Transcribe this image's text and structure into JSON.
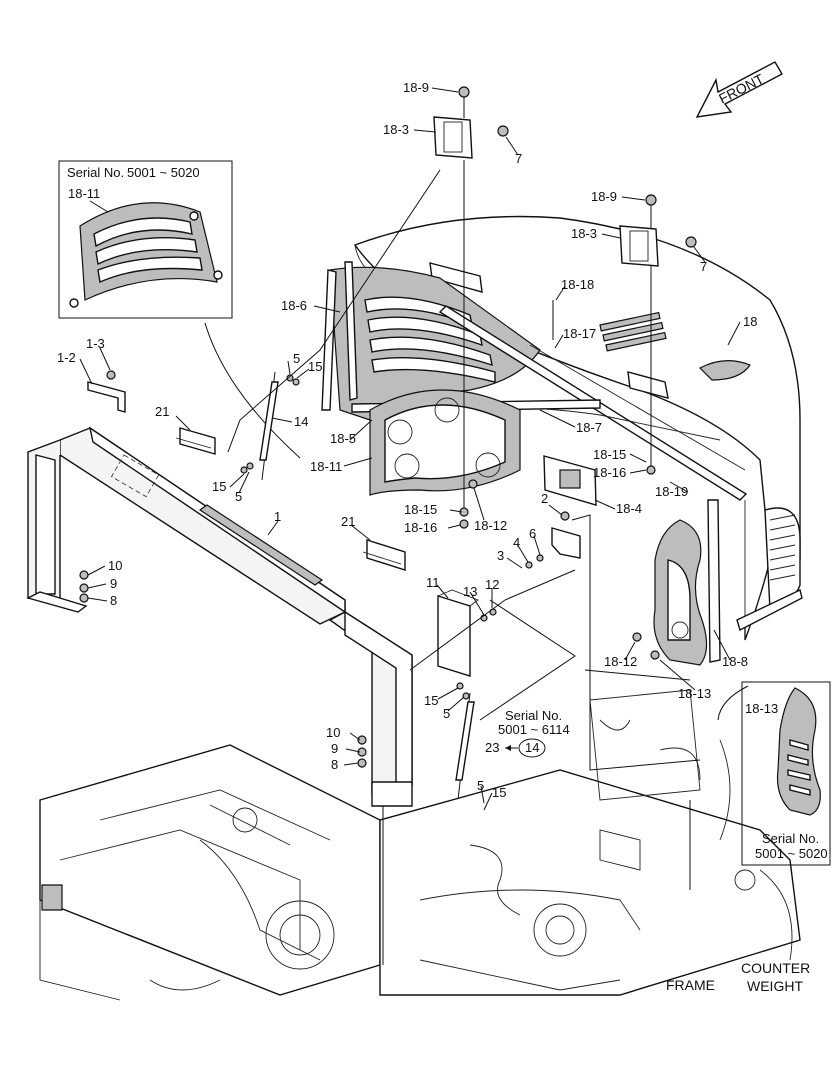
{
  "front_label": "FRONT",
  "insets": {
    "top_left": {
      "serial_prefix": "Serial No.",
      "serial_range": "5001 ~ 5020",
      "part": "18-11"
    },
    "bottom_right": {
      "part": "18-13",
      "serial_prefix": "Serial No.",
      "serial_range": "5001 ~ 5020"
    }
  },
  "serial_note": {
    "prefix": "Serial No.",
    "range": "5001 ~ 6114",
    "part": "23",
    "ref": "14"
  },
  "area_labels": {
    "frame": "FRAME",
    "counter_weight_1": "COUNTER",
    "counter_weight_2": "WEIGHT"
  },
  "callouts": [
    {
      "id": "c1",
      "text": "18-9"
    },
    {
      "id": "c2",
      "text": "18-3"
    },
    {
      "id": "c3",
      "text": "7"
    },
    {
      "id": "c4",
      "text": "18-9"
    },
    {
      "id": "c5",
      "text": "18-3"
    },
    {
      "id": "c6",
      "text": "7"
    },
    {
      "id": "c7",
      "text": "18-18"
    },
    {
      "id": "c8",
      "text": "18-6"
    },
    {
      "id": "c9",
      "text": "18-17"
    },
    {
      "id": "c10",
      "text": "18"
    },
    {
      "id": "c11",
      "text": "1-3"
    },
    {
      "id": "c12",
      "text": "1-2"
    },
    {
      "id": "c13",
      "text": "5"
    },
    {
      "id": "c14",
      "text": "15"
    },
    {
      "id": "c15",
      "text": "14"
    },
    {
      "id": "c16",
      "text": "21"
    },
    {
      "id": "c17",
      "text": "18-5"
    },
    {
      "id": "c18",
      "text": "18-7"
    },
    {
      "id": "c19",
      "text": "18-11"
    },
    {
      "id": "c20",
      "text": "15"
    },
    {
      "id": "c21",
      "text": "5"
    },
    {
      "id": "c22",
      "text": "18-15"
    },
    {
      "id": "c23",
      "text": "18-16"
    },
    {
      "id": "c24",
      "text": "18-19"
    },
    {
      "id": "c25",
      "text": "18-4"
    },
    {
      "id": "c26",
      "text": "18-15"
    },
    {
      "id": "c27",
      "text": "18-16"
    },
    {
      "id": "c28",
      "text": "18-12"
    },
    {
      "id": "c29",
      "text": "2"
    },
    {
      "id": "c30",
      "text": "1"
    },
    {
      "id": "c31",
      "text": "21"
    },
    {
      "id": "c32",
      "text": "6"
    },
    {
      "id": "c33",
      "text": "4"
    },
    {
      "id": "c34",
      "text": "3"
    },
    {
      "id": "c35",
      "text": "10"
    },
    {
      "id": "c36",
      "text": "9"
    },
    {
      "id": "c37",
      "text": "8"
    },
    {
      "id": "c38",
      "text": "11"
    },
    {
      "id": "c39",
      "text": "13"
    },
    {
      "id": "c40",
      "text": "12"
    },
    {
      "id": "c41",
      "text": "18-12"
    },
    {
      "id": "c42",
      "text": "18-8"
    },
    {
      "id": "c43",
      "text": "18-13"
    },
    {
      "id": "c44",
      "text": "15"
    },
    {
      "id": "c45",
      "text": "5"
    },
    {
      "id": "c46",
      "text": "10"
    },
    {
      "id": "c47",
      "text": "9"
    },
    {
      "id": "c48",
      "text": "8"
    },
    {
      "id": "c49",
      "text": "5"
    },
    {
      "id": "c50",
      "text": "15"
    }
  ]
}
